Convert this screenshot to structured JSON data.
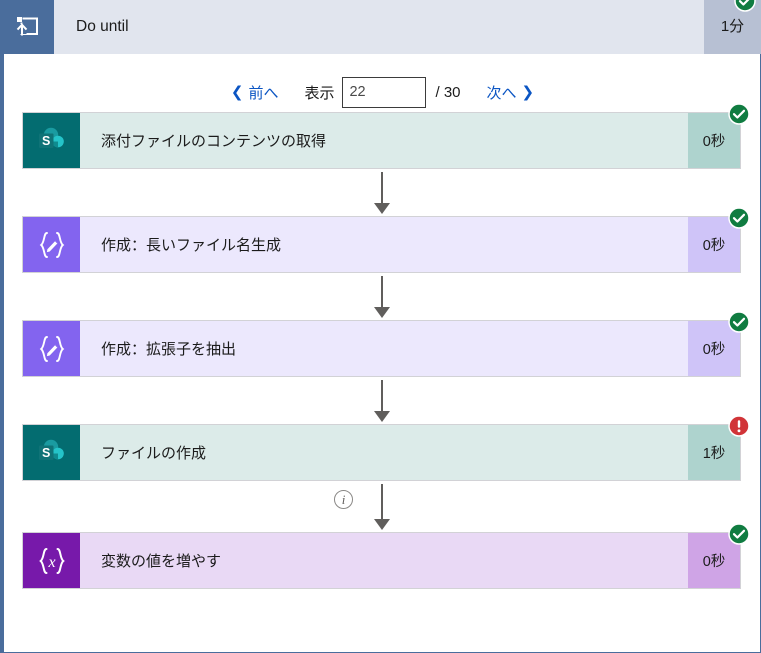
{
  "scope": {
    "icon": "do-until-loop-icon",
    "title": "Do until",
    "duration": "1分",
    "status": "succeeded",
    "status_icon": "green-check-icon"
  },
  "pager": {
    "prev_label": "前へ",
    "prev_chevron": "❮",
    "display_label": "表示",
    "current_value": "22",
    "total_label": "/ 30",
    "next_label": "次へ",
    "next_chevron": "❯",
    "link_color": "#0b55c3"
  },
  "actions": [
    {
      "icon": "sharepoint-icon",
      "palette": "pal-sharepoint",
      "title": "添付ファイルのコンテンツの取得",
      "duration": "0秒",
      "status": "succeeded",
      "status_icon": "green-check-icon"
    },
    {
      "icon": "compose-icon",
      "palette": "pal-compose",
      "title": "作成：長いファイル名生成",
      "duration": "0秒",
      "status": "succeeded",
      "status_icon": "green-check-icon"
    },
    {
      "icon": "compose-icon",
      "palette": "pal-compose",
      "title": "作成：拡張子を抽出",
      "duration": "0秒",
      "status": "succeeded",
      "status_icon": "green-check-icon"
    },
    {
      "icon": "sharepoint-icon",
      "palette": "pal-sharepoint",
      "title": "ファイルの作成",
      "duration": "1秒",
      "status": "failed",
      "status_icon": "red-error-icon"
    },
    {
      "icon": "variable-icon",
      "palette": "pal-variable",
      "title": "変数の値を増やす",
      "duration": "0秒",
      "status": "succeeded",
      "status_icon": "green-check-icon"
    }
  ],
  "connectors": [
    {
      "info": null
    },
    {
      "info": null
    },
    {
      "info": null
    },
    {
      "info": "i"
    }
  ],
  "colors": {
    "scope_header_bg": "#e1e5ee",
    "scope_header_icon_bg": "#4a6d9c",
    "scope_duration_bg": "#b7c0d3",
    "success": "#107c41",
    "error": "#d13438",
    "connector": "#605e5c",
    "sharepoint": "#036c70",
    "compose": "#8364ef",
    "variable": "#7719aa"
  }
}
